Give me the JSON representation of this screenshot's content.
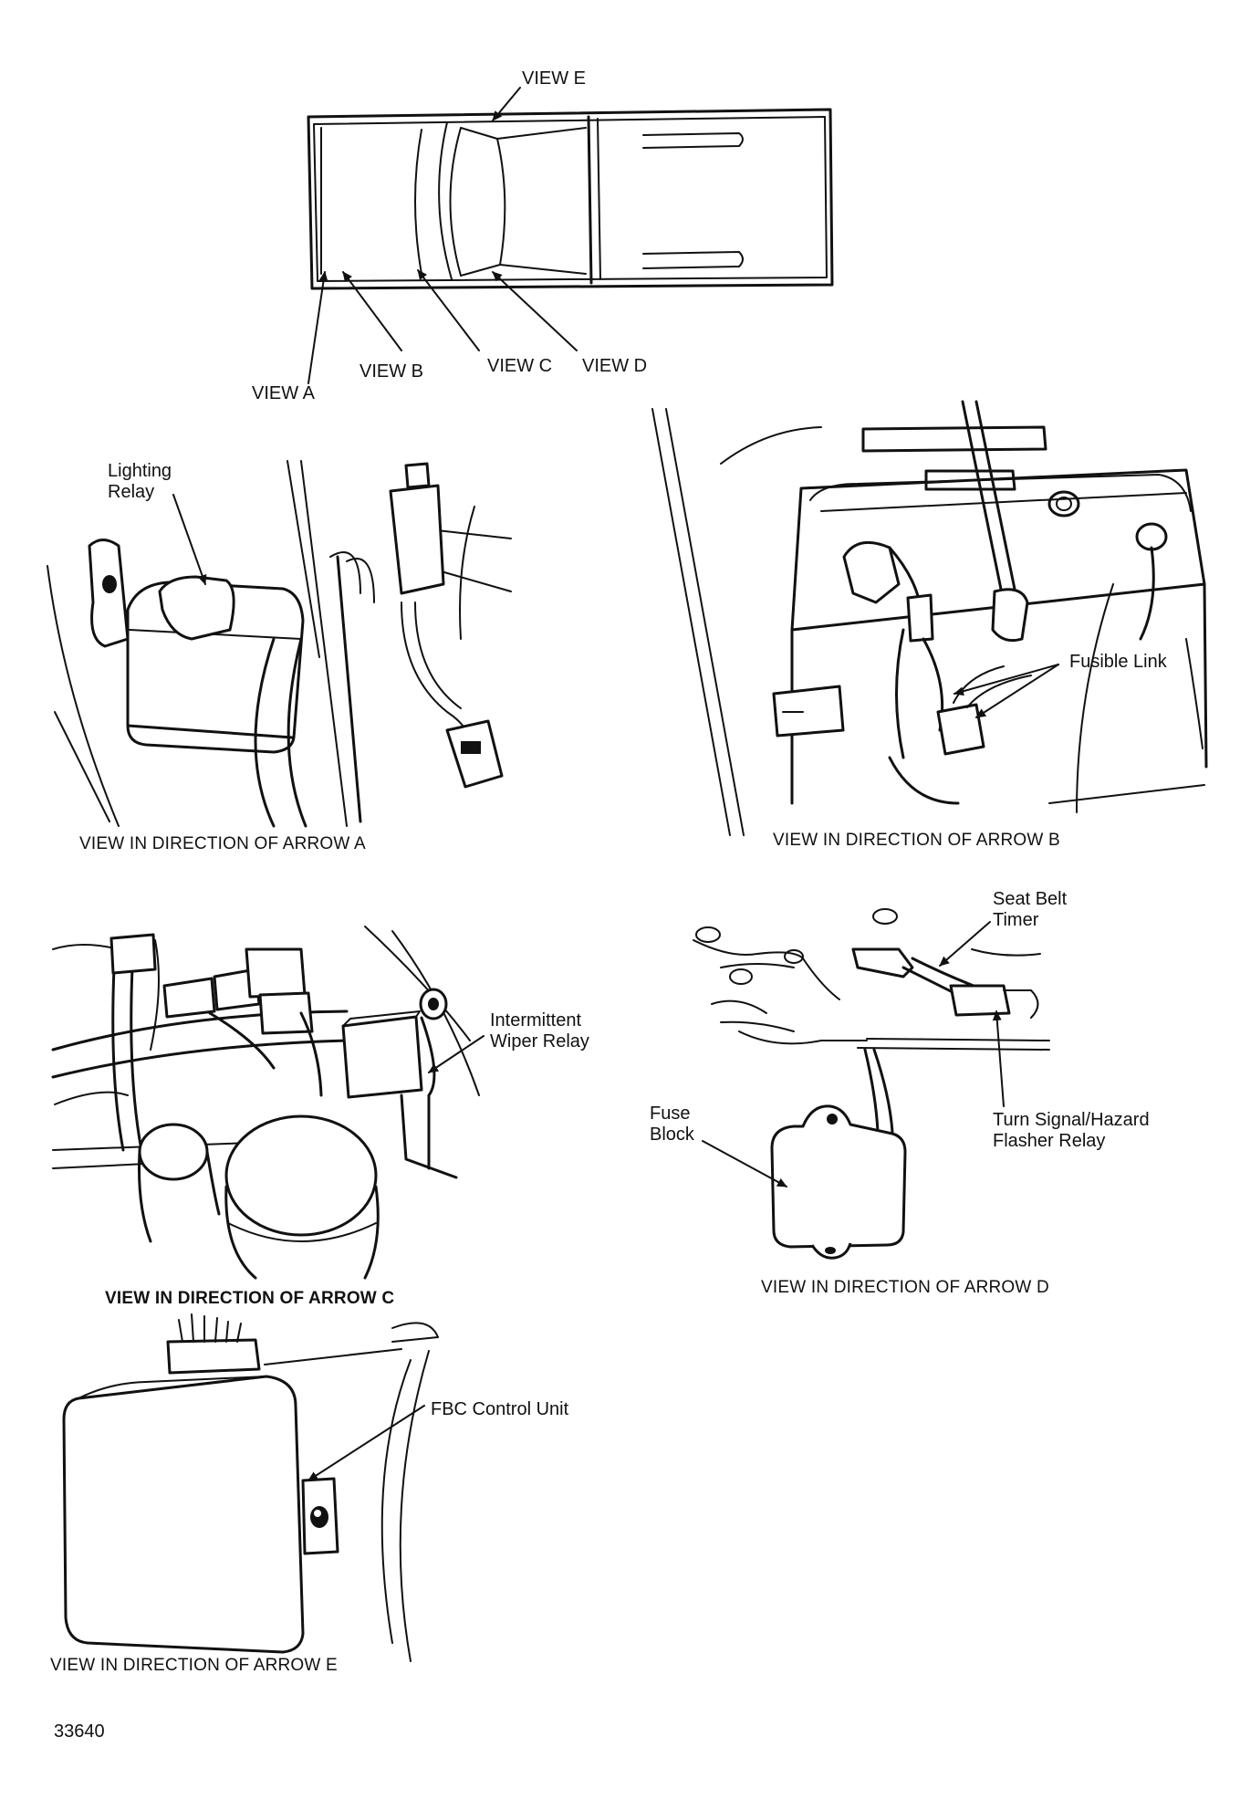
{
  "truck": {
    "view_e": "VIEW E",
    "view_a": "VIEW A",
    "view_b": "VIEW B",
    "view_c": "VIEW C",
    "view_d": "VIEW D"
  },
  "panel_a": {
    "label": "Lighting\nRelay",
    "label_line1": "Lighting",
    "label_line2": "Relay",
    "caption": "VIEW IN DIRECTION OF ARROW A"
  },
  "panel_b": {
    "label": "Fusible Link",
    "caption": "VIEW IN DIRECTION OF ARROW B"
  },
  "panel_c": {
    "label_line1": "Intermittent",
    "label_line2": "Wiper Relay",
    "caption": "VIEW IN DIRECTION OF ARROW C"
  },
  "panel_d": {
    "seat_belt_line1": "Seat Belt",
    "seat_belt_line2": "Timer",
    "fuse_line1": "Fuse",
    "fuse_line2": "Block",
    "turn_line1": "Turn Signal/Hazard",
    "turn_line2": "Flasher Relay",
    "caption": "VIEW IN DIRECTION OF ARROW D"
  },
  "panel_e": {
    "label": "FBC Control Unit",
    "caption": "VIEW IN DIRECTION OF ARROW E"
  },
  "figure_number": "33640"
}
